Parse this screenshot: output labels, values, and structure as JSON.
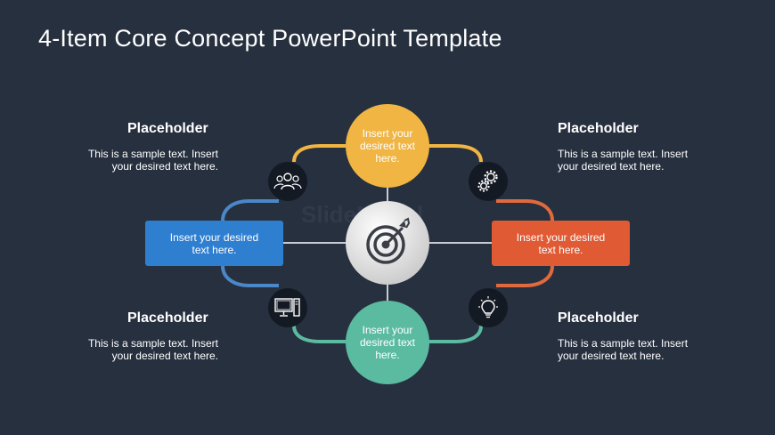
{
  "slide": {
    "title": "4-Item Core Concept PowerPoint Template",
    "watermark": "SlideModel"
  },
  "center": {
    "icon": "target-icon",
    "color": "#d9d9d9"
  },
  "items": {
    "top": {
      "text": "Insert your desired text here.",
      "color": "#f0b542",
      "line_color": "#f0b542"
    },
    "left": {
      "text": "Insert your desired text here.",
      "color": "#2f7fd1",
      "line_color": "#4a88c9"
    },
    "right": {
      "text": "Insert your desired text here.",
      "color": "#e05a34",
      "line_color": "#e06a3e"
    },
    "bottom": {
      "text": "Insert your desired text here.",
      "color": "#5bbba1",
      "line_color": "#5bbba1"
    }
  },
  "icons": {
    "top_left": "people-icon",
    "top_right": "gears-icon",
    "bottom_left": "computer-icon",
    "bottom_right": "lightbulb-icon"
  },
  "placeholders": [
    {
      "title": "Placeholder",
      "text": "This is a sample text. Insert your desired text here."
    },
    {
      "title": "Placeholder",
      "text": "This is a sample text. Insert your desired text here."
    },
    {
      "title": "Placeholder",
      "text": "This is a sample text. Insert your desired text here."
    },
    {
      "title": "Placeholder",
      "text": "This is a sample text. Insert your desired text here."
    }
  ]
}
